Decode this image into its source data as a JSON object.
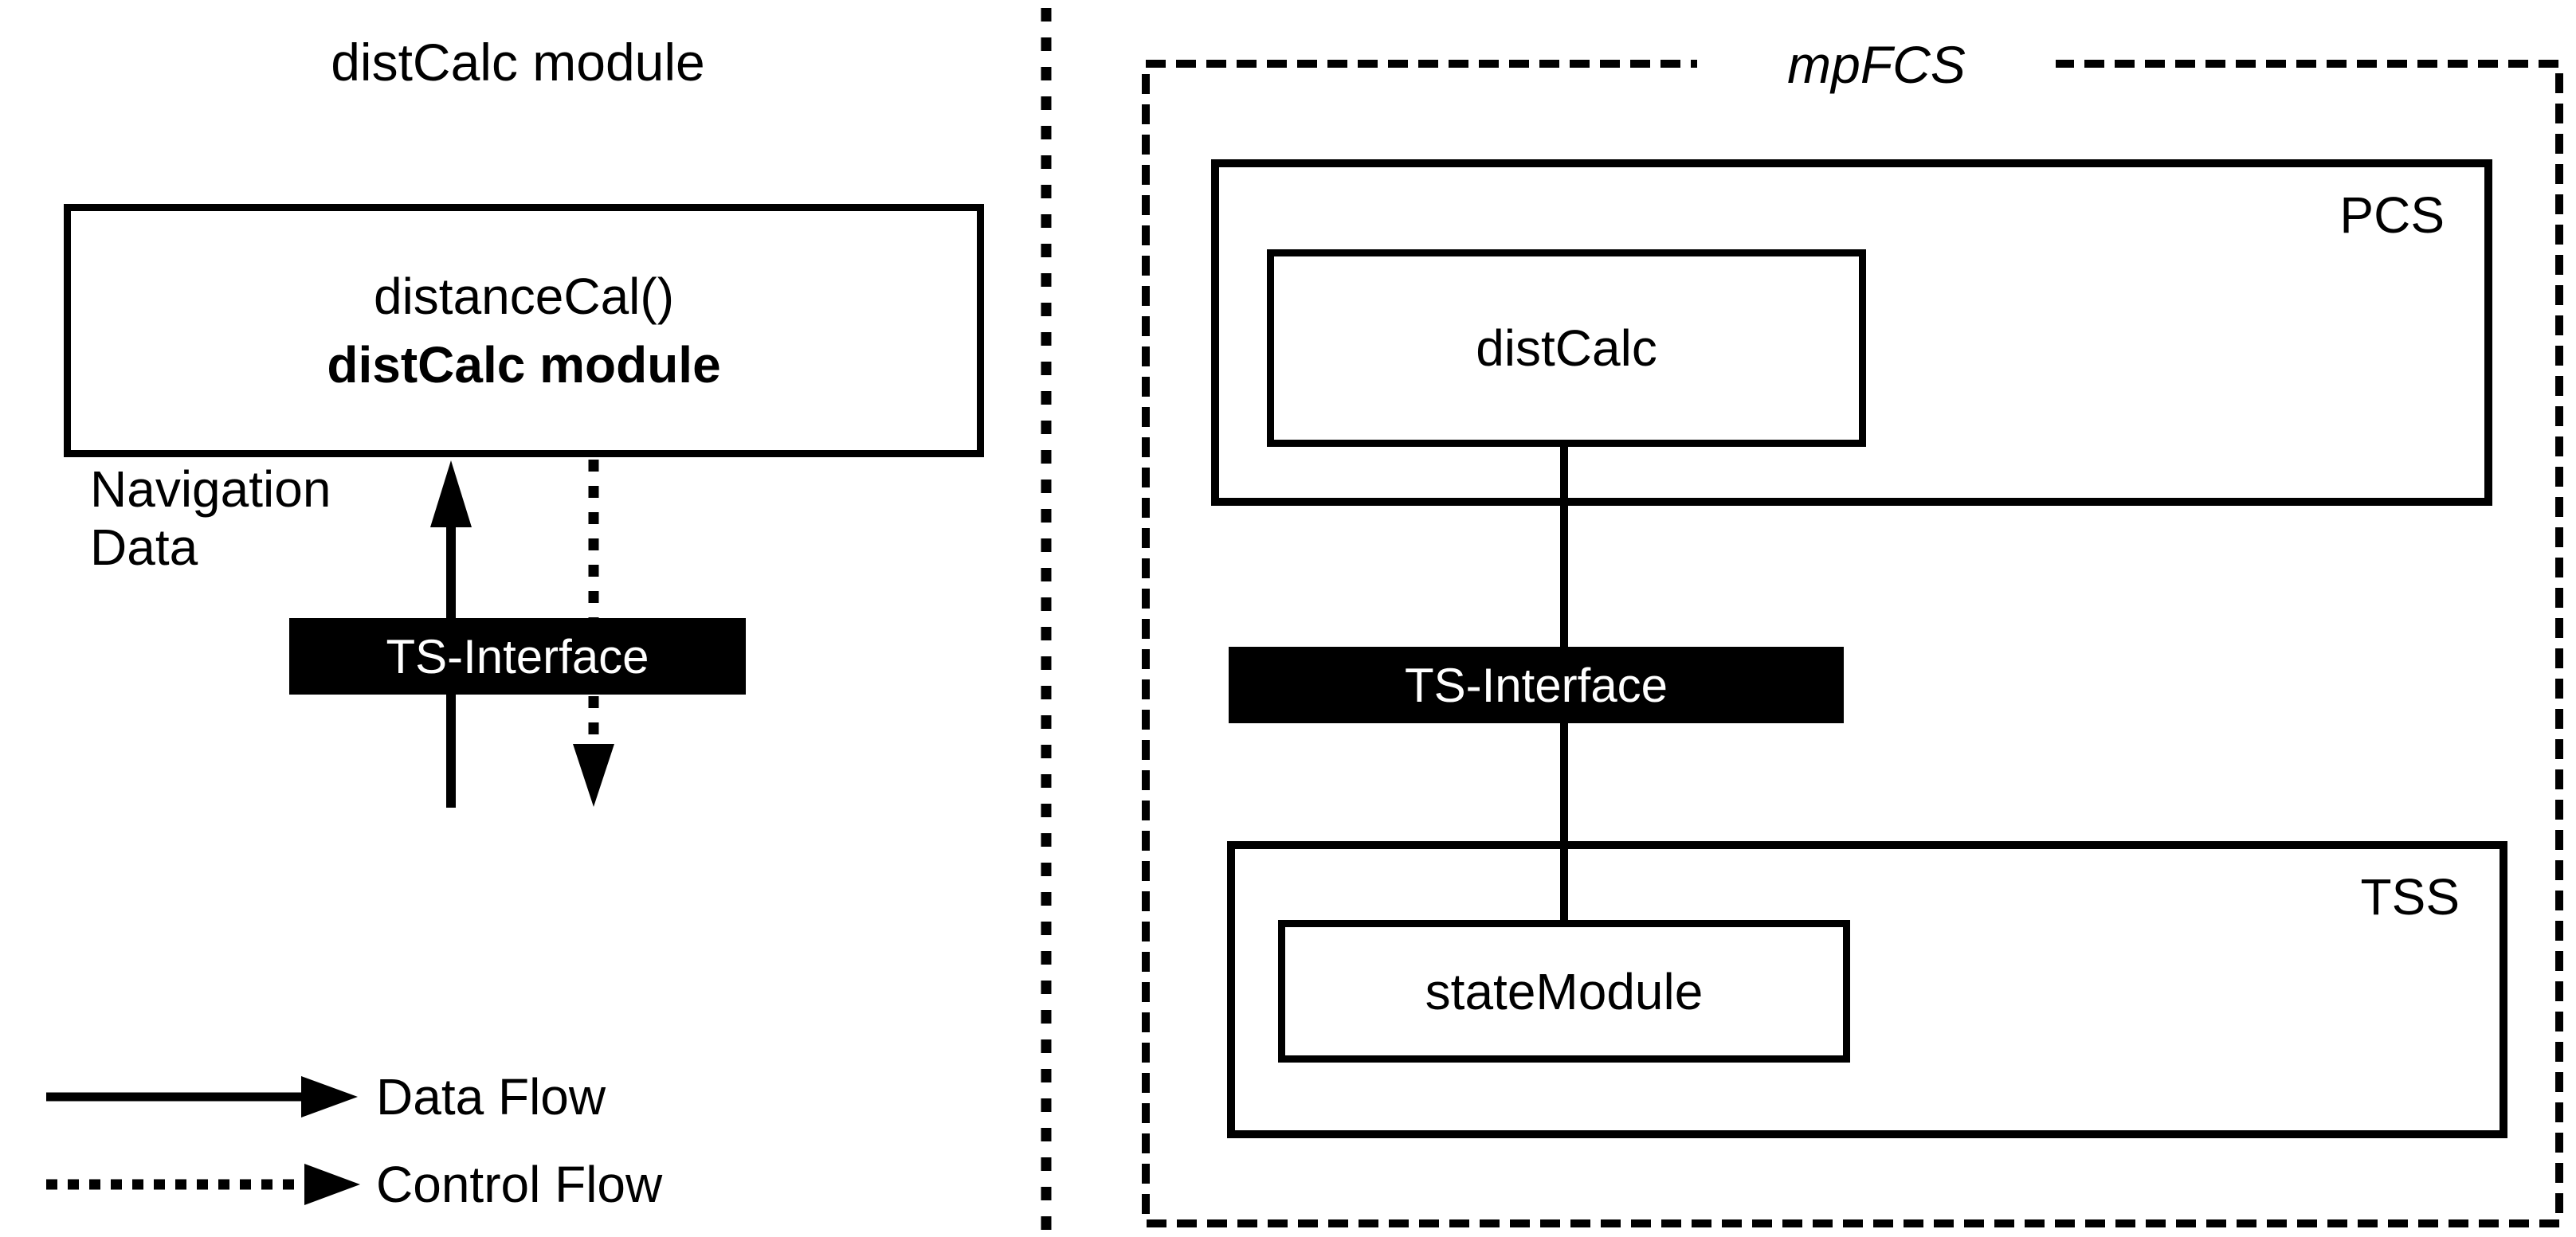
{
  "colors": {
    "ink": "#000000",
    "paper": "#ffffff",
    "bar_bg": "#000000",
    "bar_text": "#ffffff"
  },
  "left_panel": {
    "title": "distCalc module",
    "module_box": {
      "function_name": "distanceCal()",
      "module_name": "distCalc module"
    },
    "navigation_label": {
      "line1": "Navigation",
      "line2": "Data"
    },
    "interface_bar": "TS-Interface"
  },
  "right_panel": {
    "system_label": "mpFCS",
    "pcs": {
      "label": "PCS",
      "module": "distCalc"
    },
    "interface_bar": "TS-Interface",
    "tss": {
      "label": "TSS",
      "module": "stateModule"
    }
  },
  "legend": {
    "data_flow": "Data Flow",
    "control_flow": "Control Flow"
  }
}
